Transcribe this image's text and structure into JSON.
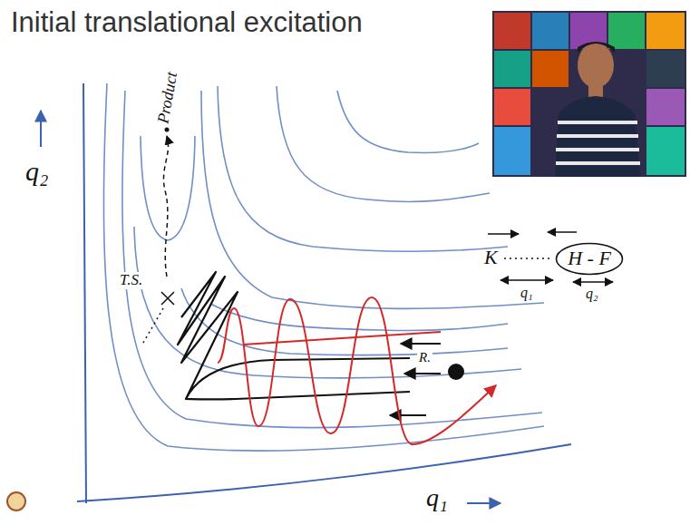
{
  "diagram": {
    "title": "Initial translational excitation",
    "nodes": [
      {
        "text": [
          "H - F"
        ]
      }
    ],
    "labels": [
      "q₂",
      "Product",
      "T.S.",
      "R.",
      "K",
      "q₁",
      "q₂",
      "q₁"
    ]
  }
}
